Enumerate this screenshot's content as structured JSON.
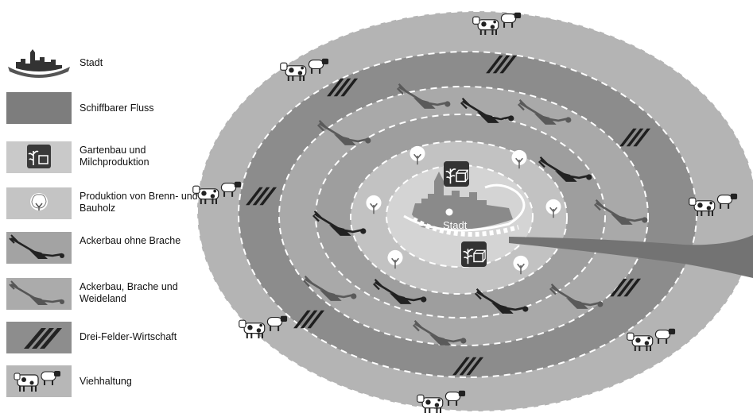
{
  "legend": [
    {
      "key": "stadt",
      "icon": "town-silhouette-icon",
      "label": "Stadt"
    },
    {
      "key": "fluss",
      "icon": "river-swatch",
      "label": "Schiffbarer Fluss"
    },
    {
      "key": "garten",
      "icon": "plant-box-icon",
      "label": "Gartenbau und Milchproduktion"
    },
    {
      "key": "holz",
      "icon": "tree-icon",
      "label": "Produktion von Brenn- und Bauholz"
    },
    {
      "key": "ohne",
      "icon": "plough-icon",
      "label": "Ackerbau ohne Brache"
    },
    {
      "key": "brache",
      "icon": "plough-icon",
      "label": "Ackerbau, Brache und Weideland"
    },
    {
      "key": "dreifelder",
      "icon": "stripes-icon",
      "label": "Drei-Felder-Wirtschaft"
    },
    {
      "key": "vieh",
      "icon": "cow-sheep-icon",
      "label": "Viehhaltung"
    }
  ],
  "map": {
    "city_label": "Stadt"
  },
  "colors": {
    "ring_outer": "#b4b4b4",
    "ring_stripes": "#8a8a8a",
    "ring_brache": "#a8a8a8",
    "ring_ohne": "#9e9e9e",
    "ring_wood": "#c4c4c4",
    "ring_garden": "#d6d6d6",
    "river": "#7a7a7a",
    "dashed_line": "#ffffff"
  }
}
